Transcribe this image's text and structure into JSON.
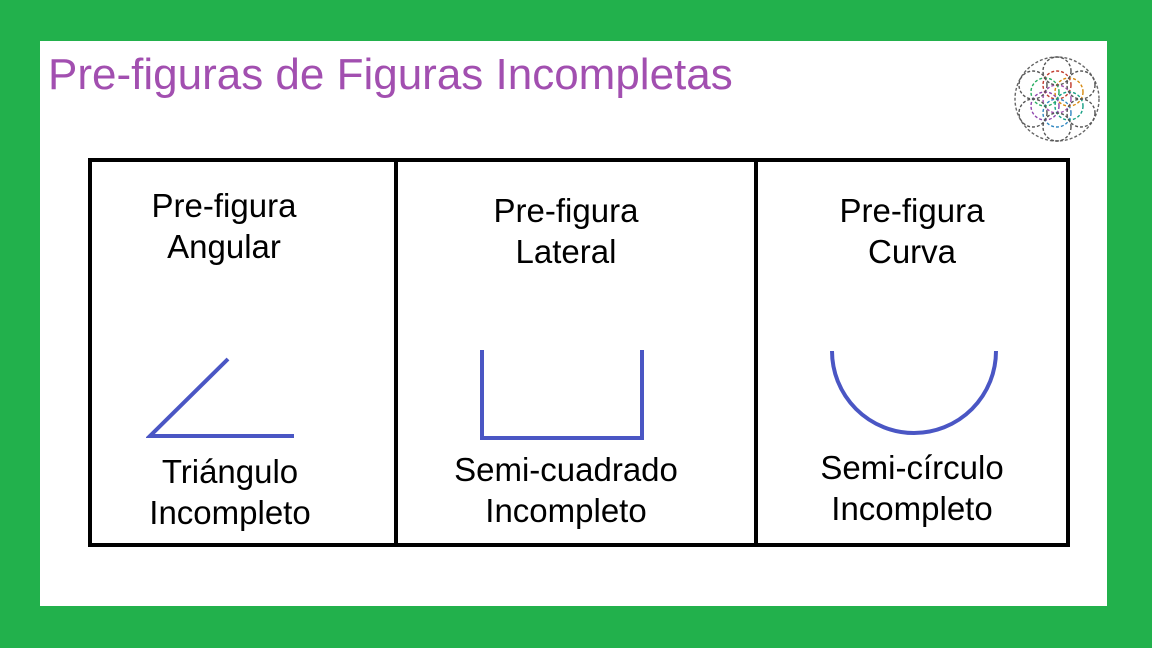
{
  "title": "Pre-figuras de Figuras Incompletas",
  "colors": {
    "background": "#22b14c",
    "title": "#a24fb0",
    "shape": "#4a56c4"
  },
  "logo_icon": "flower-of-life-icon",
  "columns": [
    {
      "heading_line1": "Pre-figura",
      "heading_line2": "Angular",
      "shape": "incomplete-triangle-icon",
      "caption_line1": "Triángulo",
      "caption_line2": "Incompleto"
    },
    {
      "heading_line1": "Pre-figura",
      "heading_line2": "Lateral",
      "shape": "incomplete-square-icon",
      "caption_line1": "Semi-cuadrado",
      "caption_line2": "Incompleto"
    },
    {
      "heading_line1": "Pre-figura",
      "heading_line2": "Curva",
      "shape": "semicircle-icon",
      "caption_line1": "Semi-círculo",
      "caption_line2": "Incompleto"
    }
  ]
}
